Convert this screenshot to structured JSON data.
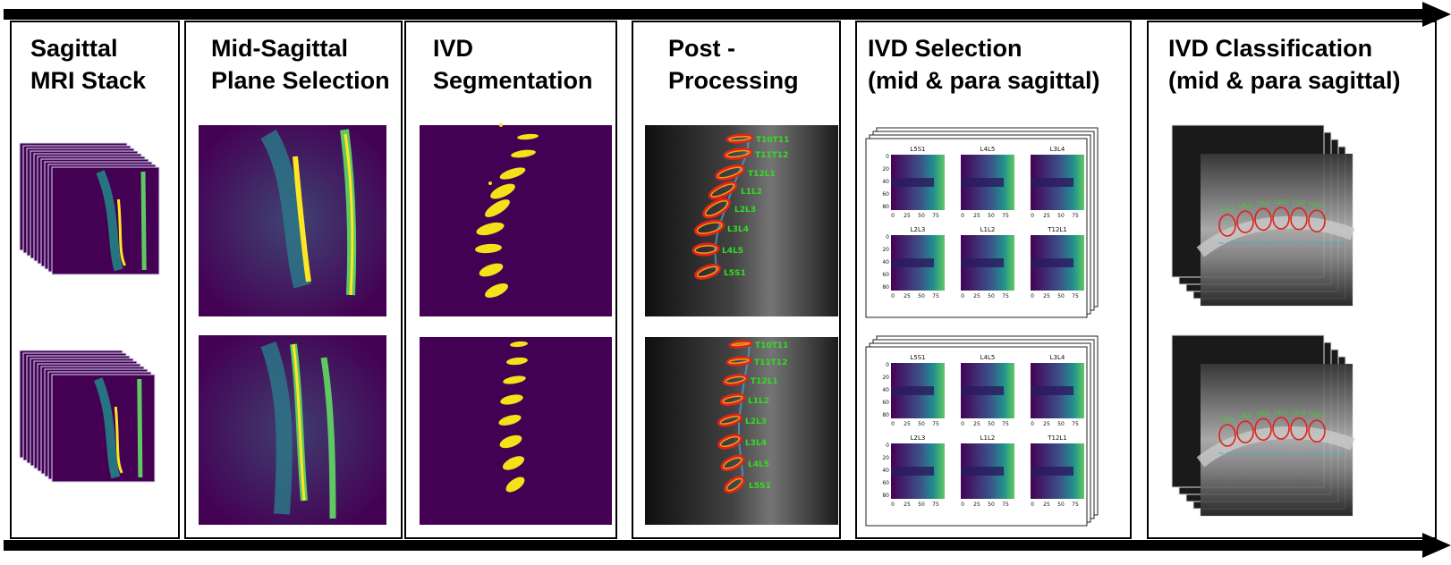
{
  "colors": {
    "arrow": "#000000",
    "viridis_dark": "#440154",
    "viridis_mid": "#21918c",
    "viridis_bright": "#fde725",
    "mask_yellow": "#f3e21a",
    "contour_red": "#e0231b",
    "label_green": "#33dd22"
  },
  "stages": [
    {
      "title_lines": [
        "Sagittal",
        "MRI Stack"
      ]
    },
    {
      "title_lines": [
        "Mid-Sagittal",
        "Plane Selection"
      ]
    },
    {
      "title_lines": [
        "IVD",
        "Segmentation"
      ]
    },
    {
      "title_lines": [
        "Post -",
        "Processing"
      ]
    },
    {
      "title_lines": [
        "IVD Selection",
        "(mid & para sagittal)"
      ]
    },
    {
      "title_lines": [
        "IVD Classification",
        "(mid & para sagittal)"
      ]
    }
  ],
  "post_processing": {
    "top_labels": [
      "T10T11",
      "T11T12",
      "T12L1",
      "L1L2",
      "L2L3",
      "L3L4",
      "L4L5",
      "L5S1"
    ],
    "bottom_labels": [
      "T10T11",
      "T11T12",
      "T12L1",
      "L1L2",
      "L2L3",
      "L3L4",
      "L4L5",
      "L5S1"
    ]
  },
  "ivd_selection": {
    "top_titles": [
      "L5S1",
      "L4L5",
      "L3L4",
      "L2L3",
      "L1L2",
      "T12L1"
    ],
    "bottom_titles": [
      "L5S1",
      "L4L5",
      "L3L4",
      "L2L3",
      "L1L2",
      "T12L1"
    ],
    "y_ticks": [
      "0",
      "20",
      "40",
      "60",
      "80"
    ],
    "x_ticks": [
      "0",
      "25",
      "50",
      "75"
    ]
  },
  "ivd_classification": {
    "top_labels": [
      "L5S1",
      "L4L5",
      "L3L4",
      "L2L3",
      "L1L2",
      "T12L1"
    ],
    "bottom_labels": [
      "L5S1",
      "L4L5",
      "L3L4",
      "L2L3",
      "L1L2",
      "T12L1"
    ]
  }
}
